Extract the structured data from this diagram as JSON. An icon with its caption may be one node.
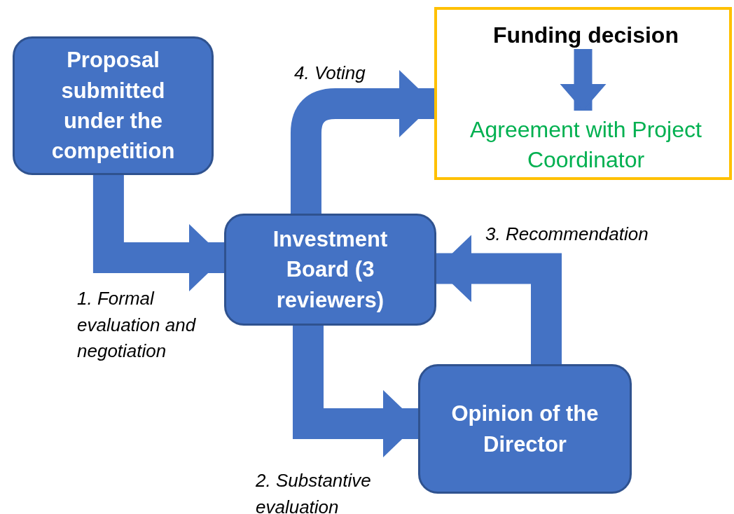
{
  "diagram": {
    "nodes": [
      {
        "text": [
          "Proposal submitted under the competition"
        ]
      },
      {
        "text": [
          "Investment Board (3 reviewers)"
        ]
      },
      {
        "text": [
          "Opinion of the Director"
        ]
      },
      {
        "text": [],
        "shape": "box"
      },
      {
        "text": [
          "Funding decision"
        ],
        "in": 3
      },
      {
        "text": [
          "Agreement with Project Coordinator"
        ],
        "in": 3
      }
    ],
    "edges": [
      {
        "from": 0,
        "to": 1,
        "arrow": "to",
        "label": "1. Formal evaluation and negotiation"
      },
      {
        "from": 1,
        "to": 2,
        "arrow": "to",
        "label": "2. Substantive evaluation"
      },
      {
        "from": 2,
        "to": 1,
        "arrow": "to",
        "label": "3. Recommendation"
      },
      {
        "from": 1,
        "to": 3,
        "arrow": "to",
        "label": "4. Voting"
      },
      {
        "from": 4,
        "to": 5,
        "arrow": "to"
      }
    ]
  }
}
